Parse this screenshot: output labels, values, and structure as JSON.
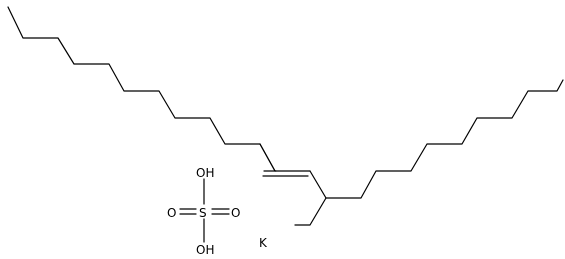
{
  "molecule": {
    "atom_labels": {
      "potassium": "K",
      "sulfur": "S",
      "oxygen_left": "O",
      "oxygen_right": "O",
      "hydroxyl_top": "OH",
      "hydroxyl_bottom": "OH"
    },
    "line_color": "#000000",
    "background_color": "#ffffff"
  }
}
